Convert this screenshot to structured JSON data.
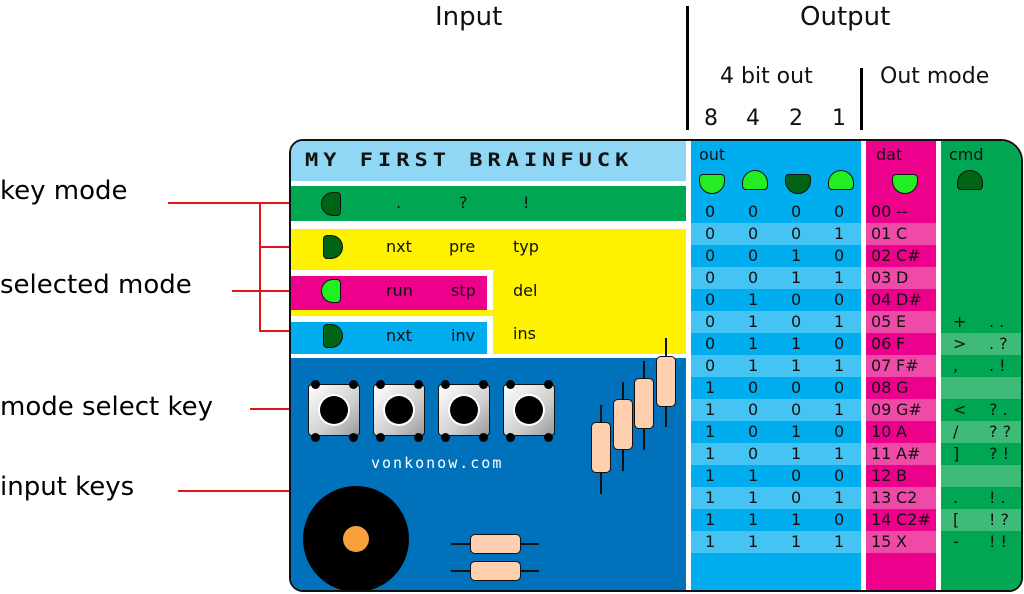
{
  "headers": {
    "input": "Input",
    "output": "Output",
    "four_bit_out": "4 bit out",
    "out_mode": "Out mode",
    "bit_weights": [
      "8",
      "4",
      "2",
      "1"
    ]
  },
  "annotations": {
    "key_mode": "key mode",
    "selected_mode": "selected mode",
    "mode_select_key": "mode select key",
    "input_keys": "input keys"
  },
  "board": {
    "title": "MY FIRST BRAINFUCK",
    "website": "vonkonow.com",
    "modes": [
      {
        "name": "key-mode",
        "color": "#00a651",
        "led": "off",
        "labels": [
          ".",
          "?",
          "!"
        ]
      },
      {
        "name": "yellow-mode",
        "color": "#fff200",
        "led": "off",
        "labels": [
          "nxt",
          "pre",
          "typ"
        ]
      },
      {
        "name": "pink-mode",
        "color": "#ec008c",
        "led": "on",
        "labels": [
          "run",
          "stp",
          "del"
        ]
      },
      {
        "name": "blue-mode",
        "color": "#00aeef",
        "led": "off",
        "labels": [
          "nxt",
          "inv",
          "ins"
        ]
      }
    ],
    "input_key_count": 4
  },
  "output": {
    "out_label": "out",
    "dat_label": "dat",
    "cmd_label": "cmd",
    "out_leds": [
      "on",
      "on",
      "off",
      "on"
    ],
    "dat_led": "on",
    "cmd_led": "off",
    "rows": [
      {
        "bits": [
          "0",
          "0",
          "0",
          "0"
        ],
        "dat": "00",
        "note": "--",
        "cmd": [
          "",
          ""
        ]
      },
      {
        "bits": [
          "0",
          "0",
          "0",
          "1"
        ],
        "dat": "01",
        "note": "C",
        "cmd": [
          "",
          ""
        ]
      },
      {
        "bits": [
          "0",
          "0",
          "1",
          "0"
        ],
        "dat": "02",
        "note": "C#",
        "cmd": [
          "",
          ""
        ]
      },
      {
        "bits": [
          "0",
          "0",
          "1",
          "1"
        ],
        "dat": "03",
        "note": "D",
        "cmd": [
          "",
          ""
        ]
      },
      {
        "bits": [
          "0",
          "1",
          "0",
          "0"
        ],
        "dat": "04",
        "note": "D#",
        "cmd": [
          "",
          ""
        ]
      },
      {
        "bits": [
          "0",
          "1",
          "0",
          "1"
        ],
        "dat": "05",
        "note": "E",
        "cmd": [
          "+",
          ". ."
        ]
      },
      {
        "bits": [
          "0",
          "1",
          "1",
          "0"
        ],
        "dat": "06",
        "note": "F",
        "cmd": [
          ">",
          ". ?"
        ]
      },
      {
        "bits": [
          "0",
          "1",
          "1",
          "1"
        ],
        "dat": "07",
        "note": "F#",
        "cmd": [
          ",",
          ". !"
        ]
      },
      {
        "bits": [
          "1",
          "0",
          "0",
          "0"
        ],
        "dat": "08",
        "note": "G",
        "cmd": [
          "",
          ""
        ]
      },
      {
        "bits": [
          "1",
          "0",
          "0",
          "1"
        ],
        "dat": "09",
        "note": "G#",
        "cmd": [
          "<",
          "? ."
        ]
      },
      {
        "bits": [
          "1",
          "0",
          "1",
          "0"
        ],
        "dat": "10",
        "note": "A",
        "cmd": [
          "/",
          "? ?"
        ]
      },
      {
        "bits": [
          "1",
          "0",
          "1",
          "1"
        ],
        "dat": "11",
        "note": "A#",
        "cmd": [
          "]",
          "? !"
        ]
      },
      {
        "bits": [
          "1",
          "1",
          "0",
          "0"
        ],
        "dat": "12",
        "note": "B",
        "cmd": [
          "",
          ""
        ]
      },
      {
        "bits": [
          "1",
          "1",
          "0",
          "1"
        ],
        "dat": "13",
        "note": "C2",
        "cmd": [
          ".",
          "! ."
        ]
      },
      {
        "bits": [
          "1",
          "1",
          "1",
          "0"
        ],
        "dat": "14",
        "note": "C2#",
        "cmd": [
          "[",
          "! ?"
        ]
      },
      {
        "bits": [
          "1",
          "1",
          "1",
          "1"
        ],
        "dat": "15",
        "note": "X",
        "cmd": [
          "-",
          "! !"
        ]
      }
    ]
  },
  "colors": {
    "title_blue": "#8fd7f5",
    "green": "#00a651",
    "yellow": "#fff200",
    "magenta": "#ec008c",
    "cyan": "#00aeef",
    "pcb_blue": "#0072bc",
    "led_on": "#22ee22",
    "led_off": "#006414",
    "annotation_red": "#e0141e"
  }
}
